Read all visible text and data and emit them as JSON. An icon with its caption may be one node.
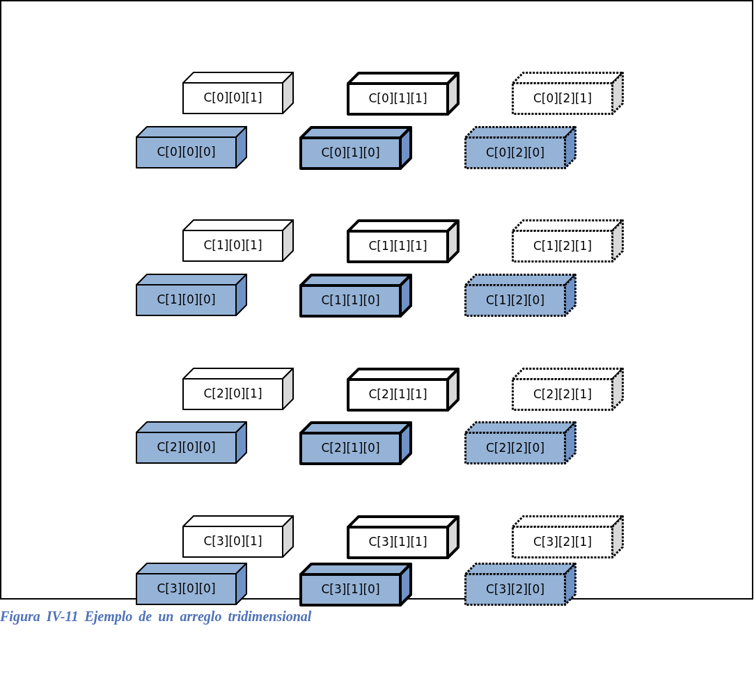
{
  "diagram": {
    "caption": "Figura IV-11 Ejemplo de un arreglo tridimensional",
    "nodes": [
      {
        "text": [
          "C[0][0][1]"
        ]
      },
      {
        "text": [
          "C[0][1][1]"
        ]
      },
      {
        "text": [
          "C[0][2][1]"
        ]
      },
      {
        "text": [
          "C[0][0][0]"
        ]
      },
      {
        "text": [
          "C[0][1][0]"
        ]
      },
      {
        "text": [
          "C[0][2][0]"
        ]
      },
      {
        "text": [
          "C[1][0][1]"
        ]
      },
      {
        "text": [
          "C[1][1][1]"
        ]
      },
      {
        "text": [
          "C[1][2][1]"
        ]
      },
      {
        "text": [
          "C[1][0][0]"
        ]
      },
      {
        "text": [
          "C[1][1][0]"
        ]
      },
      {
        "text": [
          "C[1][2][0]"
        ]
      },
      {
        "text": [
          "C[2][0][1]"
        ]
      },
      {
        "text": [
          "C[2][1][1]"
        ]
      },
      {
        "text": [
          "C[2][2][1]"
        ]
      },
      {
        "text": [
          "C[2][0][0]"
        ]
      },
      {
        "text": [
          "C[2][1][0]"
        ]
      },
      {
        "text": [
          "C[2][2][0]"
        ]
      },
      {
        "text": [
          "C[3][0][1]"
        ]
      },
      {
        "text": [
          "C[3][1][1]"
        ]
      },
      {
        "text": [
          "C[3][2][1]"
        ]
      },
      {
        "text": [
          "C[3][0][0]"
        ]
      },
      {
        "text": [
          "C[3][1][0]"
        ]
      },
      {
        "text": [
          "C[3][2][0]"
        ]
      }
    ],
    "edges": []
  }
}
